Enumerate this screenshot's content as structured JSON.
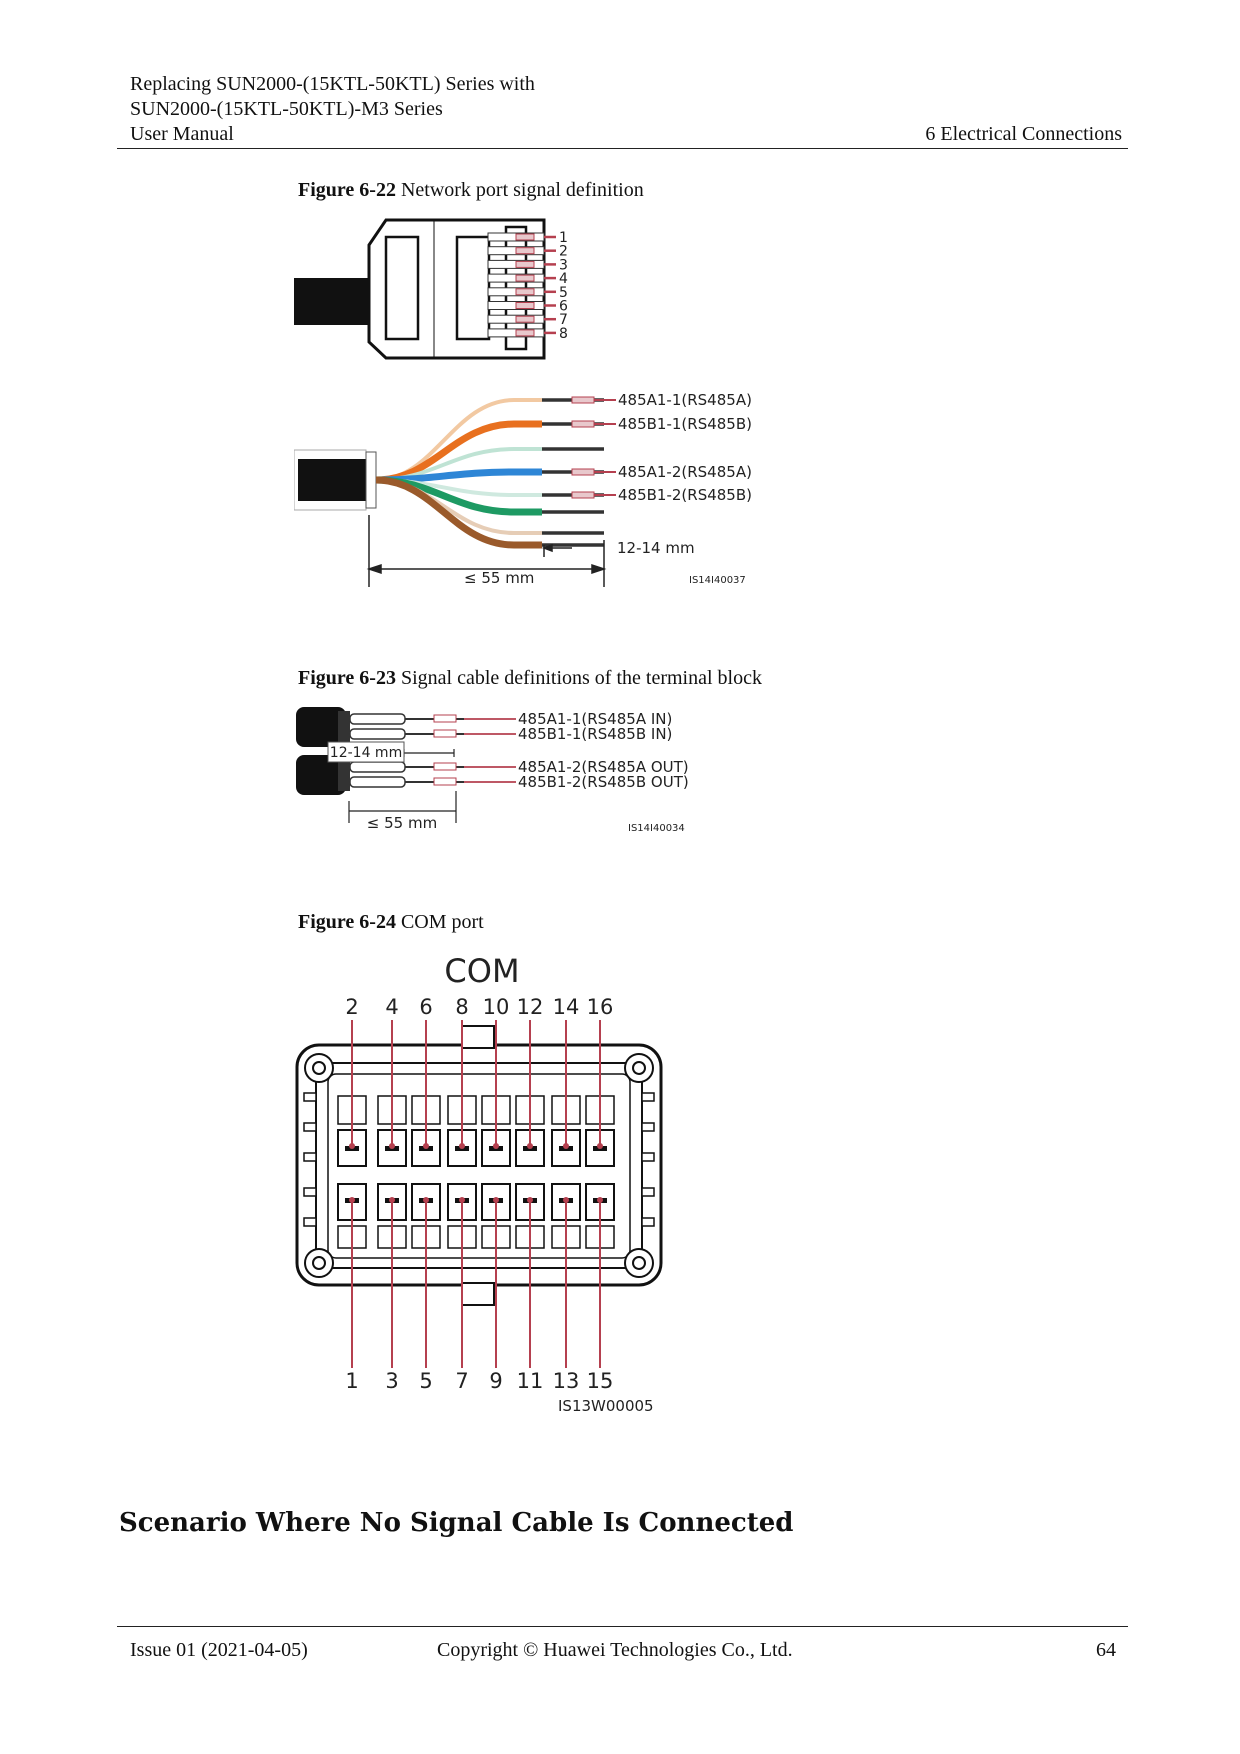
{
  "header": {
    "doc_title_line1": "Replacing SUN2000-(15KTL-50KTL) Series with",
    "doc_title_line2": "SUN2000-(15KTL-50KTL)-M3 Series",
    "doc_type": "User Manual",
    "chapter": "6 Electrical Connections"
  },
  "figures": [
    {
      "number": "Figure 6-22",
      "title": "Network port signal definition",
      "pin_labels": [
        "1",
        "2",
        "3",
        "4",
        "5",
        "6",
        "7",
        "8"
      ],
      "wire_labels": [
        "485A1-1(RS485A)",
        "485B1-1(RS485B)",
        "485A1-2(RS485A)",
        "485B1-2(RS485B)"
      ],
      "strip_length": "12-14 mm",
      "total_length": "≤ 55 mm",
      "figure_code": "IS14I40037",
      "colors": {
        "orange": "#e8701f",
        "blue": "#2e86d6",
        "green": "#1e9a63",
        "brown": "#9a5a2b",
        "pin_red": "#b5404f"
      }
    },
    {
      "number": "Figure 6-23",
      "title": "Signal cable definitions of the terminal block",
      "wire_labels": [
        "485A1-1(RS485A IN)",
        "485B1-1(RS485B IN)",
        "485A1-2(RS485A OUT)",
        "485B1-2(RS485B OUT)"
      ],
      "strip_length": "12-14 mm",
      "total_length": "≤ 55 mm",
      "figure_code": "IS14I40034"
    },
    {
      "number": "Figure 6-24",
      "title": "COM port",
      "port_label": "COM",
      "top_pins": [
        "2",
        "4",
        "6",
        "8",
        "10",
        "12",
        "14",
        "16"
      ],
      "bottom_pins": [
        "1",
        "3",
        "5",
        "7",
        "9",
        "11",
        "13",
        "15"
      ],
      "figure_code": "IS13W00005"
    }
  ],
  "section_heading": "Scenario Where No Signal Cable Is Connected",
  "footer": {
    "issue": "Issue 01 (2021-04-05)",
    "copyright": "Copyright © Huawei Technologies Co., Ltd.",
    "page_number": "64"
  }
}
